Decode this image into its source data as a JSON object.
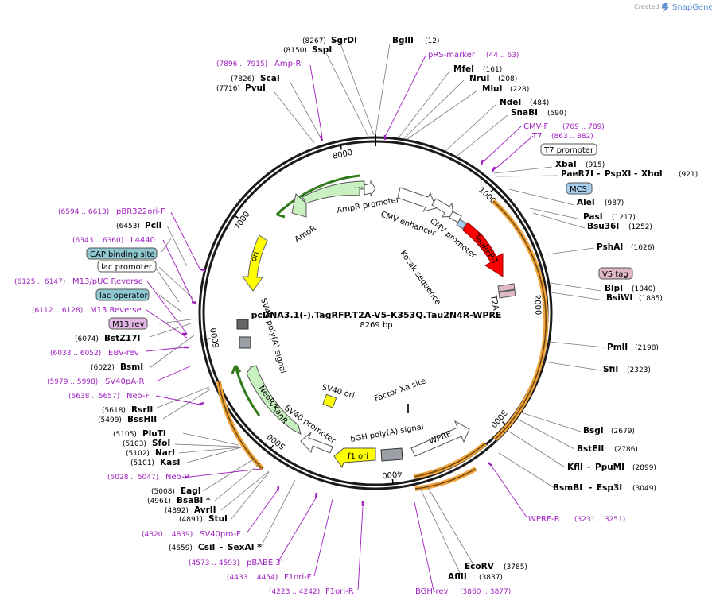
{
  "branding": {
    "created_by": "Created by",
    "app": "SnapGene"
  },
  "plasmid": {
    "name": "pcDNA3.1(-).TagRFP.T2A-V5-K353Q.Tau2N4R-WPRE",
    "length": "8269 bp",
    "length_bp": 8269
  },
  "ticks": [
    "1000",
    "2000",
    "3000",
    "4000",
    "5000",
    "6000",
    "7000",
    "8000"
  ],
  "enzymes_top": [
    {
      "name": "BglII",
      "pos": "(12)"
    },
    {
      "name": "SgrDI",
      "pos": "(8267)"
    },
    {
      "name": "SspI",
      "pos": "(8150)"
    },
    {
      "name": "ScaI",
      "pos": "(7826)"
    },
    {
      "name": "PvuI",
      "pos": "(7716)"
    }
  ],
  "enzymes_right": [
    {
      "name": "MfeI",
      "pos": "(161)"
    },
    {
      "name": "NruI",
      "pos": "(208)"
    },
    {
      "name": "MluI",
      "pos": "(228)"
    },
    {
      "name": "NdeI",
      "pos": "(484)"
    },
    {
      "name": "SnaBI",
      "pos": "(590)"
    },
    {
      "name": "XbaI",
      "pos": "(915)"
    },
    {
      "name": "PaeR7I",
      "pos": ""
    },
    {
      "name": "PspXI",
      "pos": ""
    },
    {
      "name": "XhoI",
      "pos": "(921)"
    },
    {
      "name": "AleI",
      "pos": "(987)"
    },
    {
      "name": "PasI",
      "pos": "(1217)"
    },
    {
      "name": "Bsu36I",
      "pos": "(1252)"
    },
    {
      "name": "PshAI",
      "pos": "(1626)"
    },
    {
      "name": "BlpI",
      "pos": "(1840)"
    },
    {
      "name": "BsiWI",
      "pos": "(1885)"
    },
    {
      "name": "PmlI",
      "pos": "(2198)"
    },
    {
      "name": "SfiI",
      "pos": "(2323)"
    },
    {
      "name": "BsgI",
      "pos": "(2679)"
    },
    {
      "name": "BstEII",
      "pos": "(2786)"
    },
    {
      "name": "KflI",
      "pos": ""
    },
    {
      "name": "PpuMI",
      "pos": "(2899)"
    },
    {
      "name": "BsmBI",
      "pos": ""
    },
    {
      "name": "Esp3I",
      "pos": "(3049)"
    }
  ],
  "enzymes_bottom": [
    {
      "name": "EcoRV",
      "pos": "(3785)"
    },
    {
      "name": "AflII",
      "pos": "(3837)"
    }
  ],
  "enzymes_left": [
    {
      "name": "PciI",
      "pos": "(6453)"
    },
    {
      "name": "BstZ17I",
      "pos": "(6074)"
    },
    {
      "name": "BsmI",
      "pos": "(6022)"
    },
    {
      "name": "RsrII",
      "pos": "(5618)"
    },
    {
      "name": "BssHII",
      "pos": "(5499)"
    },
    {
      "name": "PluTI",
      "pos": "(5105)"
    },
    {
      "name": "SfoI",
      "pos": "(5103)"
    },
    {
      "name": "NarI",
      "pos": "(5102)"
    },
    {
      "name": "KasI",
      "pos": "(5101)"
    },
    {
      "name": "EagI",
      "pos": "(5008)"
    },
    {
      "name": "BsaBI *",
      "pos": "(4961)"
    },
    {
      "name": "AvrII",
      "pos": "(4892)"
    },
    {
      "name": "StuI",
      "pos": "(4891)"
    },
    {
      "name": "CsiI",
      "pos": "(4659)"
    },
    {
      "name": "SexAI *",
      "pos": ""
    }
  ],
  "primers": [
    {
      "name": "pRS-marker",
      "pos": "(44 .. 63)"
    },
    {
      "name": "Amp-R",
      "pos": "(7896 .. 7915)"
    },
    {
      "name": "CMV-F",
      "pos": "(769 .. 789)"
    },
    {
      "name": "T7",
      "pos": "(863 .. 882)"
    },
    {
      "name": "pBR322ori-F",
      "pos": "(6594 .. 6613)"
    },
    {
      "name": "L4440",
      "pos": "(6343 .. 6360)"
    },
    {
      "name": "M13/pUC Reverse",
      "pos": "(6125 .. 6147)"
    },
    {
      "name": "M13 Reverse",
      "pos": "(6112 .. 6128)"
    },
    {
      "name": "EBV-rev",
      "pos": "(6033 .. 6052)"
    },
    {
      "name": "SV40pA-R",
      "pos": "(5979 .. 5998)"
    },
    {
      "name": "Neo-F",
      "pos": "(5638 .. 5657)"
    },
    {
      "name": "Neo-R",
      "pos": "(5028 .. 5047)"
    },
    {
      "name": "SV40pro-F",
      "pos": "(4820 .. 4839)"
    },
    {
      "name": "pBABE 3'",
      "pos": "(4573 .. 4593)"
    },
    {
      "name": "F1ori-F",
      "pos": "(4433 .. 4454)"
    },
    {
      "name": "F1ori-R",
      "pos": "(4223 .. 4242)"
    },
    {
      "name": "BGH-rev",
      "pos": "(3860 .. 3877)"
    },
    {
      "name": "WPRE-R",
      "pos": "(3231 .. 3251)"
    }
  ],
  "boxes": {
    "t7_promoter": "T7 promoter",
    "mcs": "MCS",
    "v5_tag": "V5 tag",
    "cap_binding": "CAP binding site",
    "lac_promoter": "lac promoter",
    "lac_operator": "lac operator",
    "m13_rev": "M13 rev"
  },
  "features": {
    "ampr_promoter": "AmpR promoter",
    "cmv_enhancer": "CMV enhancer",
    "cmv_promoter": "CMV promoter",
    "ampr": "AmpR",
    "ori": "ori",
    "kozak": "Kozak sequence",
    "tagrfp": "TagRFP-T",
    "t2a": "T2A",
    "sv40_polya": "SV40 poly(A) signal",
    "neor": "NeoR/KanR",
    "sv40_promoter": "SV40 promoter",
    "sv40_ori": "SV40 ori",
    "factor_xa": "Factor Xa site",
    "bgh_polya": "bGH poly(A) signal",
    "wpre": "WPRE",
    "f1_ori": "f1 ori"
  },
  "colors": {
    "backbone": "#1a1a1a",
    "primer": "#a020c0",
    "ampr_fill": "#c8f0c0",
    "ori_fill": "#ffff00",
    "tagrfp_fill": "#ff0000",
    "v5_fill": "#e0b8c8",
    "mcs_fill": "#a8cef0",
    "cap_fill": "#8fc8d0",
    "orange_arc": "#f2a33a",
    "dark_arc": "#6a4a10"
  }
}
